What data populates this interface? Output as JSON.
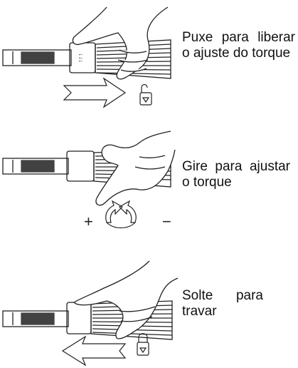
{
  "steps": [
    {
      "lines": [
        "Puxe para liberar",
        "o ajuste do torque"
      ],
      "arrow": "right",
      "lock_icon": "unlocked-padlock-icon",
      "symbols": []
    },
    {
      "lines": [
        "Gire para ajustar",
        "o torque"
      ],
      "arrow": "rotate",
      "lock_icon": "",
      "symbols": [
        "+",
        "−"
      ]
    },
    {
      "lines": [
        "Solte    para",
        "travar"
      ],
      "arrow": "left",
      "lock_icon": "locked-padlock-icon",
      "symbols": []
    }
  ],
  "colors": {
    "ink": "#222222",
    "background": "#ffffff"
  }
}
